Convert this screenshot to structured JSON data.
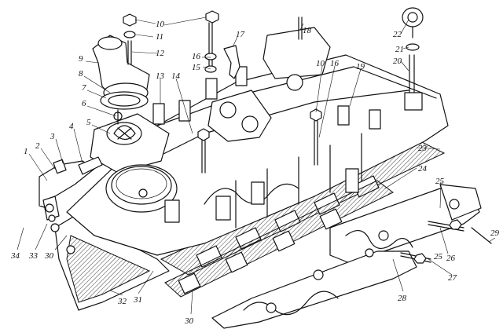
{
  "callouts": [
    {
      "id": "c1",
      "text": "1"
    },
    {
      "id": "c2",
      "text": "2"
    },
    {
      "id": "c3",
      "text": "3"
    },
    {
      "id": "c4",
      "text": "4"
    },
    {
      "id": "c5",
      "text": "5"
    },
    {
      "id": "c6",
      "text": "6"
    },
    {
      "id": "c7",
      "text": "7"
    },
    {
      "id": "c8",
      "text": "8"
    },
    {
      "id": "c9",
      "text": "9"
    },
    {
      "id": "c10a",
      "text": "10"
    },
    {
      "id": "c11",
      "text": "11"
    },
    {
      "id": "c12",
      "text": "12"
    },
    {
      "id": "c13",
      "text": "13"
    },
    {
      "id": "c14",
      "text": "14"
    },
    {
      "id": "c15",
      "text": "15"
    },
    {
      "id": "c16a",
      "text": "16"
    },
    {
      "id": "c17",
      "text": "17"
    },
    {
      "id": "c18",
      "text": "18"
    },
    {
      "id": "c10b",
      "text": "10"
    },
    {
      "id": "c16b",
      "text": "16"
    },
    {
      "id": "c19",
      "text": "19"
    },
    {
      "id": "c22",
      "text": "22"
    },
    {
      "id": "c21",
      "text": "21"
    },
    {
      "id": "c20",
      "text": "20"
    },
    {
      "id": "c23",
      "text": "23"
    },
    {
      "id": "c24",
      "text": "24"
    },
    {
      "id": "c25a",
      "text": "25"
    },
    {
      "id": "c25b",
      "text": "25"
    },
    {
      "id": "c26",
      "text": "26"
    },
    {
      "id": "c27",
      "text": "27"
    },
    {
      "id": "c28",
      "text": "28"
    },
    {
      "id": "c29",
      "text": "29"
    },
    {
      "id": "c30a",
      "text": "30"
    },
    {
      "id": "c30b",
      "text": "30"
    },
    {
      "id": "c31",
      "text": "31"
    },
    {
      "id": "c32",
      "text": "32"
    },
    {
      "id": "c33",
      "text": "33"
    },
    {
      "id": "c34",
      "text": "34"
    }
  ]
}
